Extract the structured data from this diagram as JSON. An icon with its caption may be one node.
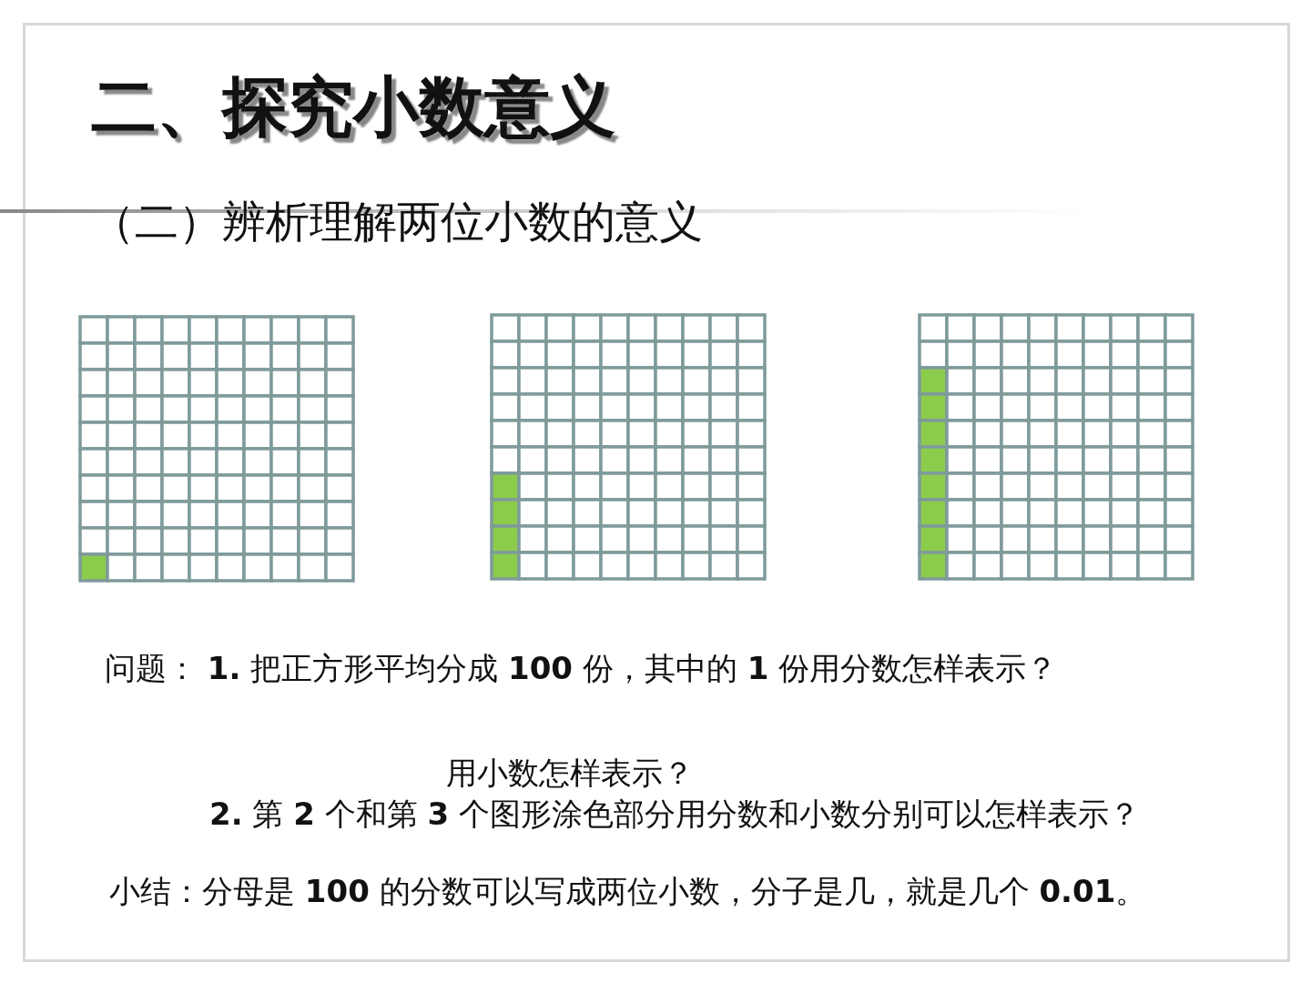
{
  "diagram": {
    "title": "二、探究小数意义",
    "labels": [
      "（二）辨析理解两位小数的意义",
      "问题： **1.** 把正方形平均分成 **100** 份，其中的 **1** 份用分数怎样表示？",
      "用小数怎样表示？",
      "**2.** 第 **2** 个和第 **3** 个图形涂色部分用分数和小数分别可以怎样表示？",
      "小结：分母是 **100** 的分数可以写成两位小数，分子是几，就是几个 **0.01**。"
    ]
  }
}
